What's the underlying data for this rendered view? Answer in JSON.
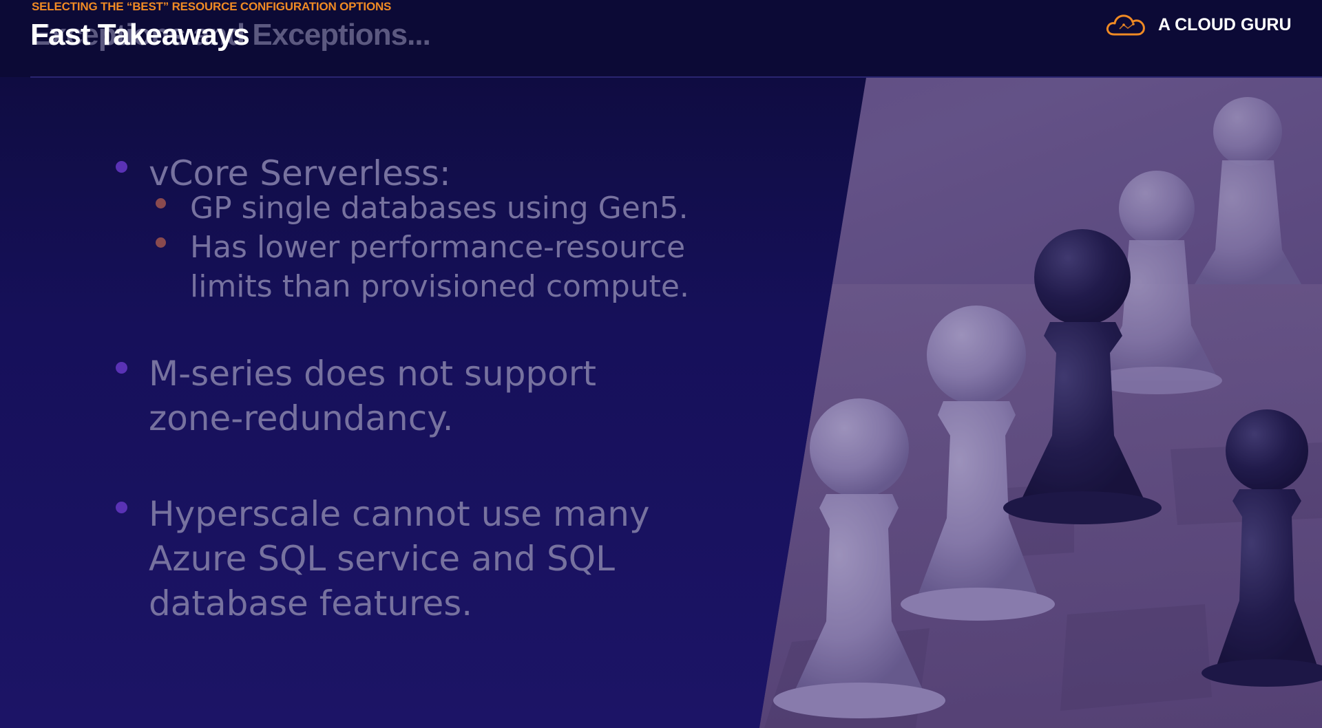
{
  "header": {
    "section_label": "SELECTING THE “BEST” RESOURCE CONFIGURATION OPTIONS",
    "title": "Fast Takeaways",
    "title_ghost": "Exceptions and Exceptions...",
    "logo_text": "A CLOUD GURU",
    "logo_icon": "cloud-icon"
  },
  "bullets": [
    {
      "text": "vCore Serverless:",
      "subitems": [
        {
          "lines": [
            "GP single databases using Gen5."
          ]
        },
        {
          "lines": [
            "Has lower performance-resource",
            "limits than provisioned compute."
          ]
        }
      ]
    },
    {
      "lines": [
        "M-series does not support",
        "zone-redundancy."
      ]
    },
    {
      "lines": [
        "Hyperscale cannot use many",
        "Azure SQL service and SQL",
        "database features."
      ]
    }
  ],
  "image": {
    "subject": "chess-pieces-photo"
  },
  "colors": {
    "accent_orange": "#f08a24",
    "background": "#150f4a",
    "bullet_primary": "#5a32b5",
    "bullet_secondary": "#8a4a4e",
    "body_text": "#77729f"
  }
}
